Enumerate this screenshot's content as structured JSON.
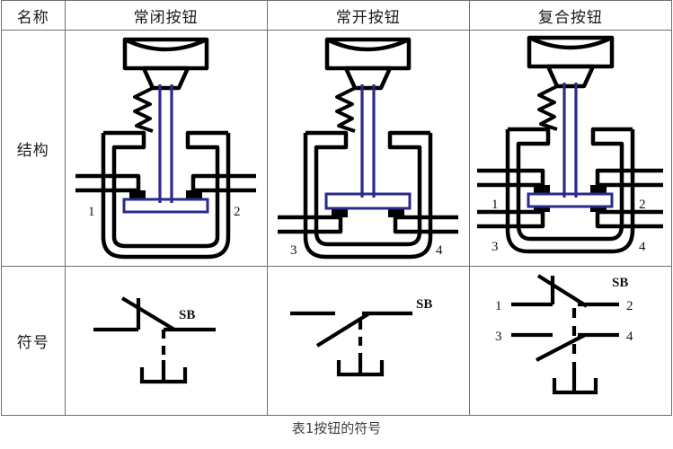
{
  "caption": "表1按钮的符号",
  "table": {
    "header": {
      "name_col": "名称",
      "columns": [
        "常闭按钮",
        "常开按钮",
        "复合按钮"
      ]
    },
    "rows": [
      {
        "label": "结构",
        "cells": [
          {
            "terminals": [
              "1",
              "2"
            ],
            "type": "normally-closed-structure"
          },
          {
            "terminals": [
              "3",
              "4"
            ],
            "type": "normally-open-structure"
          },
          {
            "terminals": [
              "1",
              "2",
              "3",
              "4"
            ],
            "type": "composite-structure"
          }
        ]
      },
      {
        "label": "符号",
        "cells": [
          {
            "designator": "SB",
            "terminals": [],
            "type": "normally-closed-symbol"
          },
          {
            "designator": "SB",
            "terminals": [],
            "type": "normally-open-symbol"
          },
          {
            "designator": "SB",
            "terminals": [
              "1",
              "2",
              "3",
              "4"
            ],
            "type": "composite-symbol"
          }
        ]
      }
    ]
  },
  "colors": {
    "border": "#6f6f6f",
    "ink": "#000000",
    "plunger_blue": "#2a2a8c",
    "background": "#ffffff",
    "caption_text": "#3d3d3d"
  }
}
